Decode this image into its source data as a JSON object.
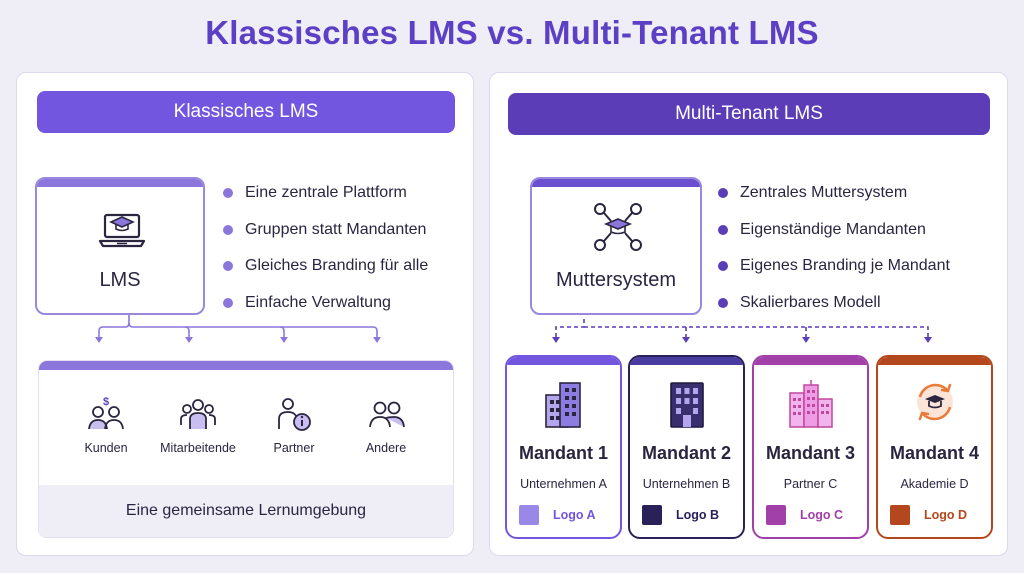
{
  "title": "Klassisches LMS vs. Multi-Tenant LMS",
  "left": {
    "banner": "Klassisches LMS",
    "system_label": "LMS",
    "bullets": [
      "Eine zentrale Plattform",
      "Gruppen statt Mandanten",
      "Gleiches Branding für alle",
      "Einfache Verwaltung"
    ],
    "groups": [
      {
        "label": "Kunden",
        "icon": "customers-money-icon"
      },
      {
        "label": "Mitarbeitende",
        "icon": "employees-icon"
      },
      {
        "label": "Partner",
        "icon": "partner-info-icon"
      },
      {
        "label": "Andere",
        "icon": "people-icon"
      }
    ],
    "footer": "Eine gemeinsame Lernumgebung"
  },
  "right": {
    "banner": "Multi-Tenant LMS",
    "system_label": "Muttersystem",
    "bullets": [
      "Zentrales Muttersystem",
      "Eigenständige Mandanten",
      "Eigenes Branding je Mandant",
      "Skalierbares Modell"
    ],
    "tenants": [
      {
        "name": "Mandant 1",
        "sub": "Unternehmen A",
        "logo": "Logo A",
        "color": "#7356e0",
        "swatch": "#9a88e8",
        "icon": "office-buildings-icon"
      },
      {
        "name": "Mandant 2",
        "sub": "Unternehmen B",
        "logo": "Logo B",
        "color": "#2a2158",
        "swatch": "#2a2158",
        "icon": "office-tower-icon"
      },
      {
        "name": "Mandant 3",
        "sub": "Partner C",
        "logo": "Logo C",
        "color": "#a040a8",
        "swatch": "#a040a8",
        "icon": "city-buildings-icon"
      },
      {
        "name": "Mandant 4",
        "sub": "Akademie D",
        "logo": "Logo D",
        "color": "#b5471e",
        "swatch": "#b5471e",
        "icon": "academy-cycle-icon"
      }
    ]
  },
  "colors": {
    "accent": "#5b3fc4",
    "light_accent": "#8b77dc"
  }
}
